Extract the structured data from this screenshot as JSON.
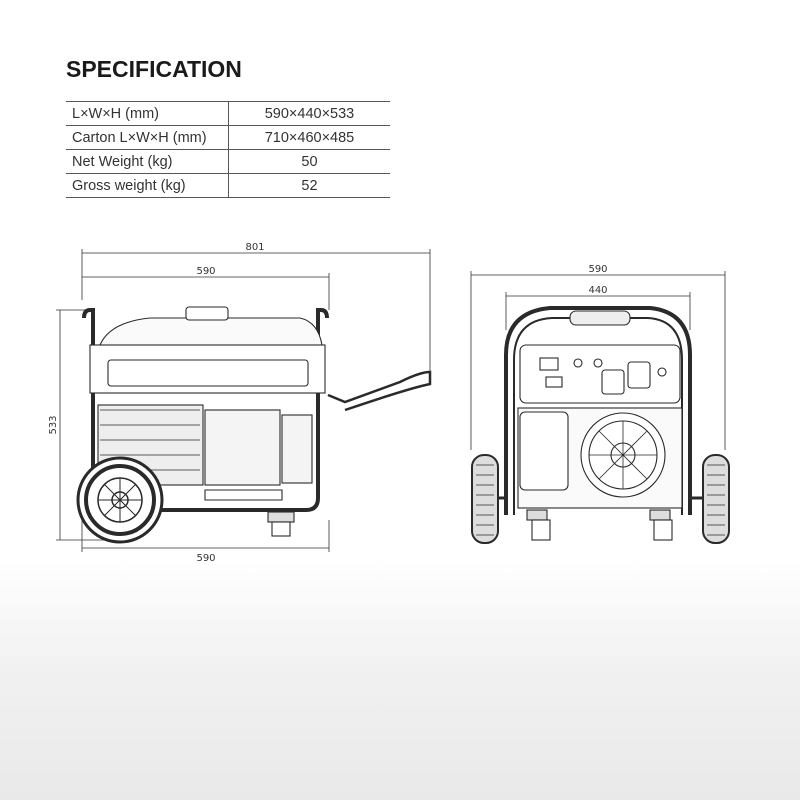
{
  "title": "SPECIFICATION",
  "spec_rows": [
    {
      "label": "L×W×H (mm)",
      "value": "590×440×533"
    },
    {
      "label": "Carton L×W×H (mm)",
      "value": "710×460×485"
    },
    {
      "label": "Net Weight (kg)",
      "value": "50"
    },
    {
      "label": "Gross weight (kg)",
      "value": "52"
    }
  ],
  "side_view": {
    "overall_length": "801",
    "frame_length_top": "590",
    "height": "533",
    "frame_length_bottom": "590"
  },
  "front_view": {
    "overall_width": "590",
    "frame_width": "440"
  }
}
